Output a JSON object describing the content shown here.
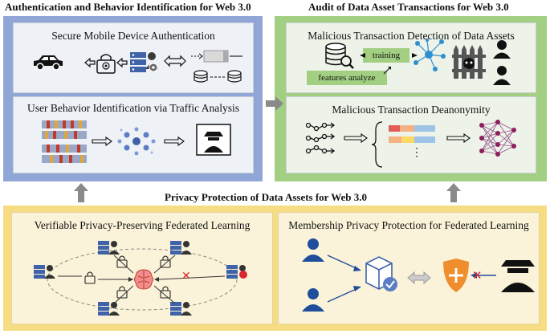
{
  "titles": {
    "left": "Authentication and Behavior Identification for Web 3.0",
    "right": "Audit of Data Asset Transactions for Web 3.0",
    "bottom": "Privacy Protection of Data Assets for Web 3.0"
  },
  "panels": {
    "auth": {
      "title": "Secure Mobile Device Authentication"
    },
    "behavior": {
      "title": "User Behavior Identification via Traffic Analysis"
    },
    "detect": {
      "title": "Malicious Transaction Detection of Data Assets",
      "tag_training": "training",
      "tag_features": "features analyze"
    },
    "deanon": {
      "title": "Malicious Transaction Deanonymity",
      "dots": "⋮"
    },
    "fl": {
      "title": "Verifiable Privacy-Preserving Federated Learning",
      "cross": "✕"
    },
    "membership": {
      "title": "Membership Privacy Protection for Federated Learning",
      "cross": "✕"
    }
  },
  "colors": {
    "blue_panel": "#8fa6d6",
    "green_panel": "#a3cf83",
    "yellow_panel": "#f6dc83",
    "sub_light": "#f1f3f7",
    "arrow_gray": "#8a8a8a",
    "server_blue": "#3f62a8",
    "accent_orange": "#f08d2c",
    "cross_red": "#d9282f"
  },
  "icons": [
    "car-icon",
    "lock-icon",
    "server-icon",
    "key-icon",
    "cluster-icon",
    "hacker-icon",
    "database-icon",
    "network-icon",
    "person-icon",
    "neural-net-icon",
    "brain-icon",
    "box-check-icon",
    "shield-plus-icon"
  ]
}
